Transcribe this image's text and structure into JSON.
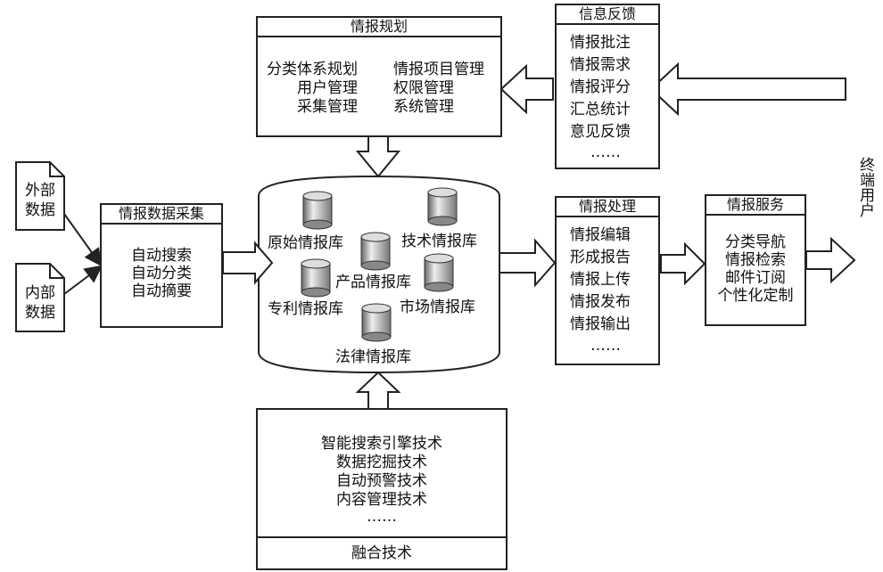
{
  "planning": {
    "title": "情报规划",
    "left_items": [
      "分类体系规划",
      "用户管理",
      "采集管理"
    ],
    "right_items": [
      "情报项目管理",
      "权限管理",
      "系统管理"
    ]
  },
  "feedback": {
    "title": "信息反馈",
    "items": [
      "情报批注",
      "情报需求",
      "情报评分",
      "汇总统计",
      "意见反馈",
      "……"
    ]
  },
  "end_user": {
    "label": "终端用户"
  },
  "external_data": {
    "label": "外部数据"
  },
  "internal_data": {
    "label": "内部数据"
  },
  "collection": {
    "title": "情报数据采集",
    "items": [
      "自动搜索",
      "自动分类",
      "自动摘要"
    ]
  },
  "databases": {
    "original": "原始情报库",
    "technology": "技术情报库",
    "product": "产品情报库",
    "patent": "专利情报库",
    "market": "市场情报库",
    "law": "法律情报库"
  },
  "processing": {
    "title": "情报处理",
    "items": [
      "情报编辑",
      "形成报告",
      "情报上传",
      "情报发布",
      "情报输出",
      "……"
    ]
  },
  "service": {
    "title": "情报服务",
    "items": [
      "分类导航",
      "情报检索",
      "邮件订阅",
      "个性化定制"
    ]
  },
  "fusion": {
    "title": "融合技术",
    "items": [
      "智能搜索引擎技术",
      "数据挖掘技术",
      "自动预警技术",
      "内容管理技术",
      "……"
    ]
  }
}
